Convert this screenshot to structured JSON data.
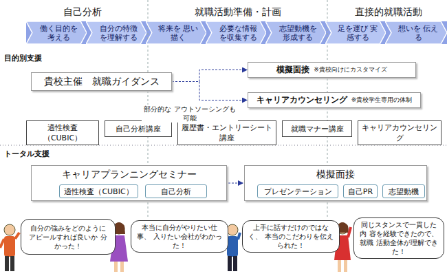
{
  "diagram": {
    "nodes": [
      {
        "text": [
          "働く目的を 考える"
        ]
      },
      {
        "text": [
          "自分の特徴 を理解する"
        ]
      },
      {
        "text": [
          "将来を 思い描く"
        ]
      },
      {
        "text": [
          "必要な情報 を収集する"
        ]
      },
      {
        "text": [
          "志望動機を 形成する"
        ]
      },
      {
        "text": [
          "足を運び 実感する"
        ]
      },
      {
        "text": [
          "想いを 伝える"
        ]
      },
      {
        "text": [
          "貴校主催　就職ガイダンス"
        ]
      },
      {
        "text": [
          "模擬面接",
          "※貴校向けにカスタマイズ"
        ]
      },
      {
        "text": [
          "キャリアカウンセリング",
          "※貴校学生専用の体制"
        ]
      },
      {
        "text": [
          "適性検査（CUBIC）"
        ]
      },
      {
        "text": [
          "自己分析講座"
        ]
      },
      {
        "text": [
          "履歴書・エントリーシート講座"
        ]
      },
      {
        "text": [
          "就職マナー講座"
        ]
      },
      {
        "text": [
          "キャリアカウンセリング"
        ]
      },
      {
        "text": [
          "キャリアプランニングセミナー"
        ]
      },
      {
        "text": [
          "適性検査（CUBIC）"
        ],
        "in": 15
      },
      {
        "text": [
          "自己分析"
        ],
        "in": 15
      },
      {
        "text": [
          "模擬面接"
        ]
      },
      {
        "text": [
          "プレゼンテーション"
        ],
        "in": 18
      },
      {
        "text": [
          "自己PR"
        ],
        "in": 18
      },
      {
        "text": [
          "志望動機"
        ],
        "in": 18
      },
      {
        "text": [
          "自分の強みをどのように アピールすれば良いか 分かった！"
        ]
      },
      {
        "text": [
          "本当に自分がやりたい仕事、 入りたい会社がわかった！"
        ]
      },
      {
        "text": [
          "上手に話すだけのではなく、 本当のこだわりを伝えられた！"
        ]
      },
      {
        "text": [
          "同じスタンスで一貫した内 容を経験できたので、就職 活動全体が理解できた！"
        ]
      }
    ],
    "edges": [
      {
        "from": 7,
        "to": 8,
        "arrow": "to"
      },
      {
        "from": 7,
        "to": 9,
        "arrow": "to"
      },
      {
        "from": 15,
        "to": 18,
        "arrow": "to"
      }
    ],
    "labels": [
      "自己分析",
      "就職活動準備・計画",
      "直接的就職活動",
      "目的別支援",
      "トータル支援",
      "部分的な アウトソーシングも可能"
    ]
  }
}
